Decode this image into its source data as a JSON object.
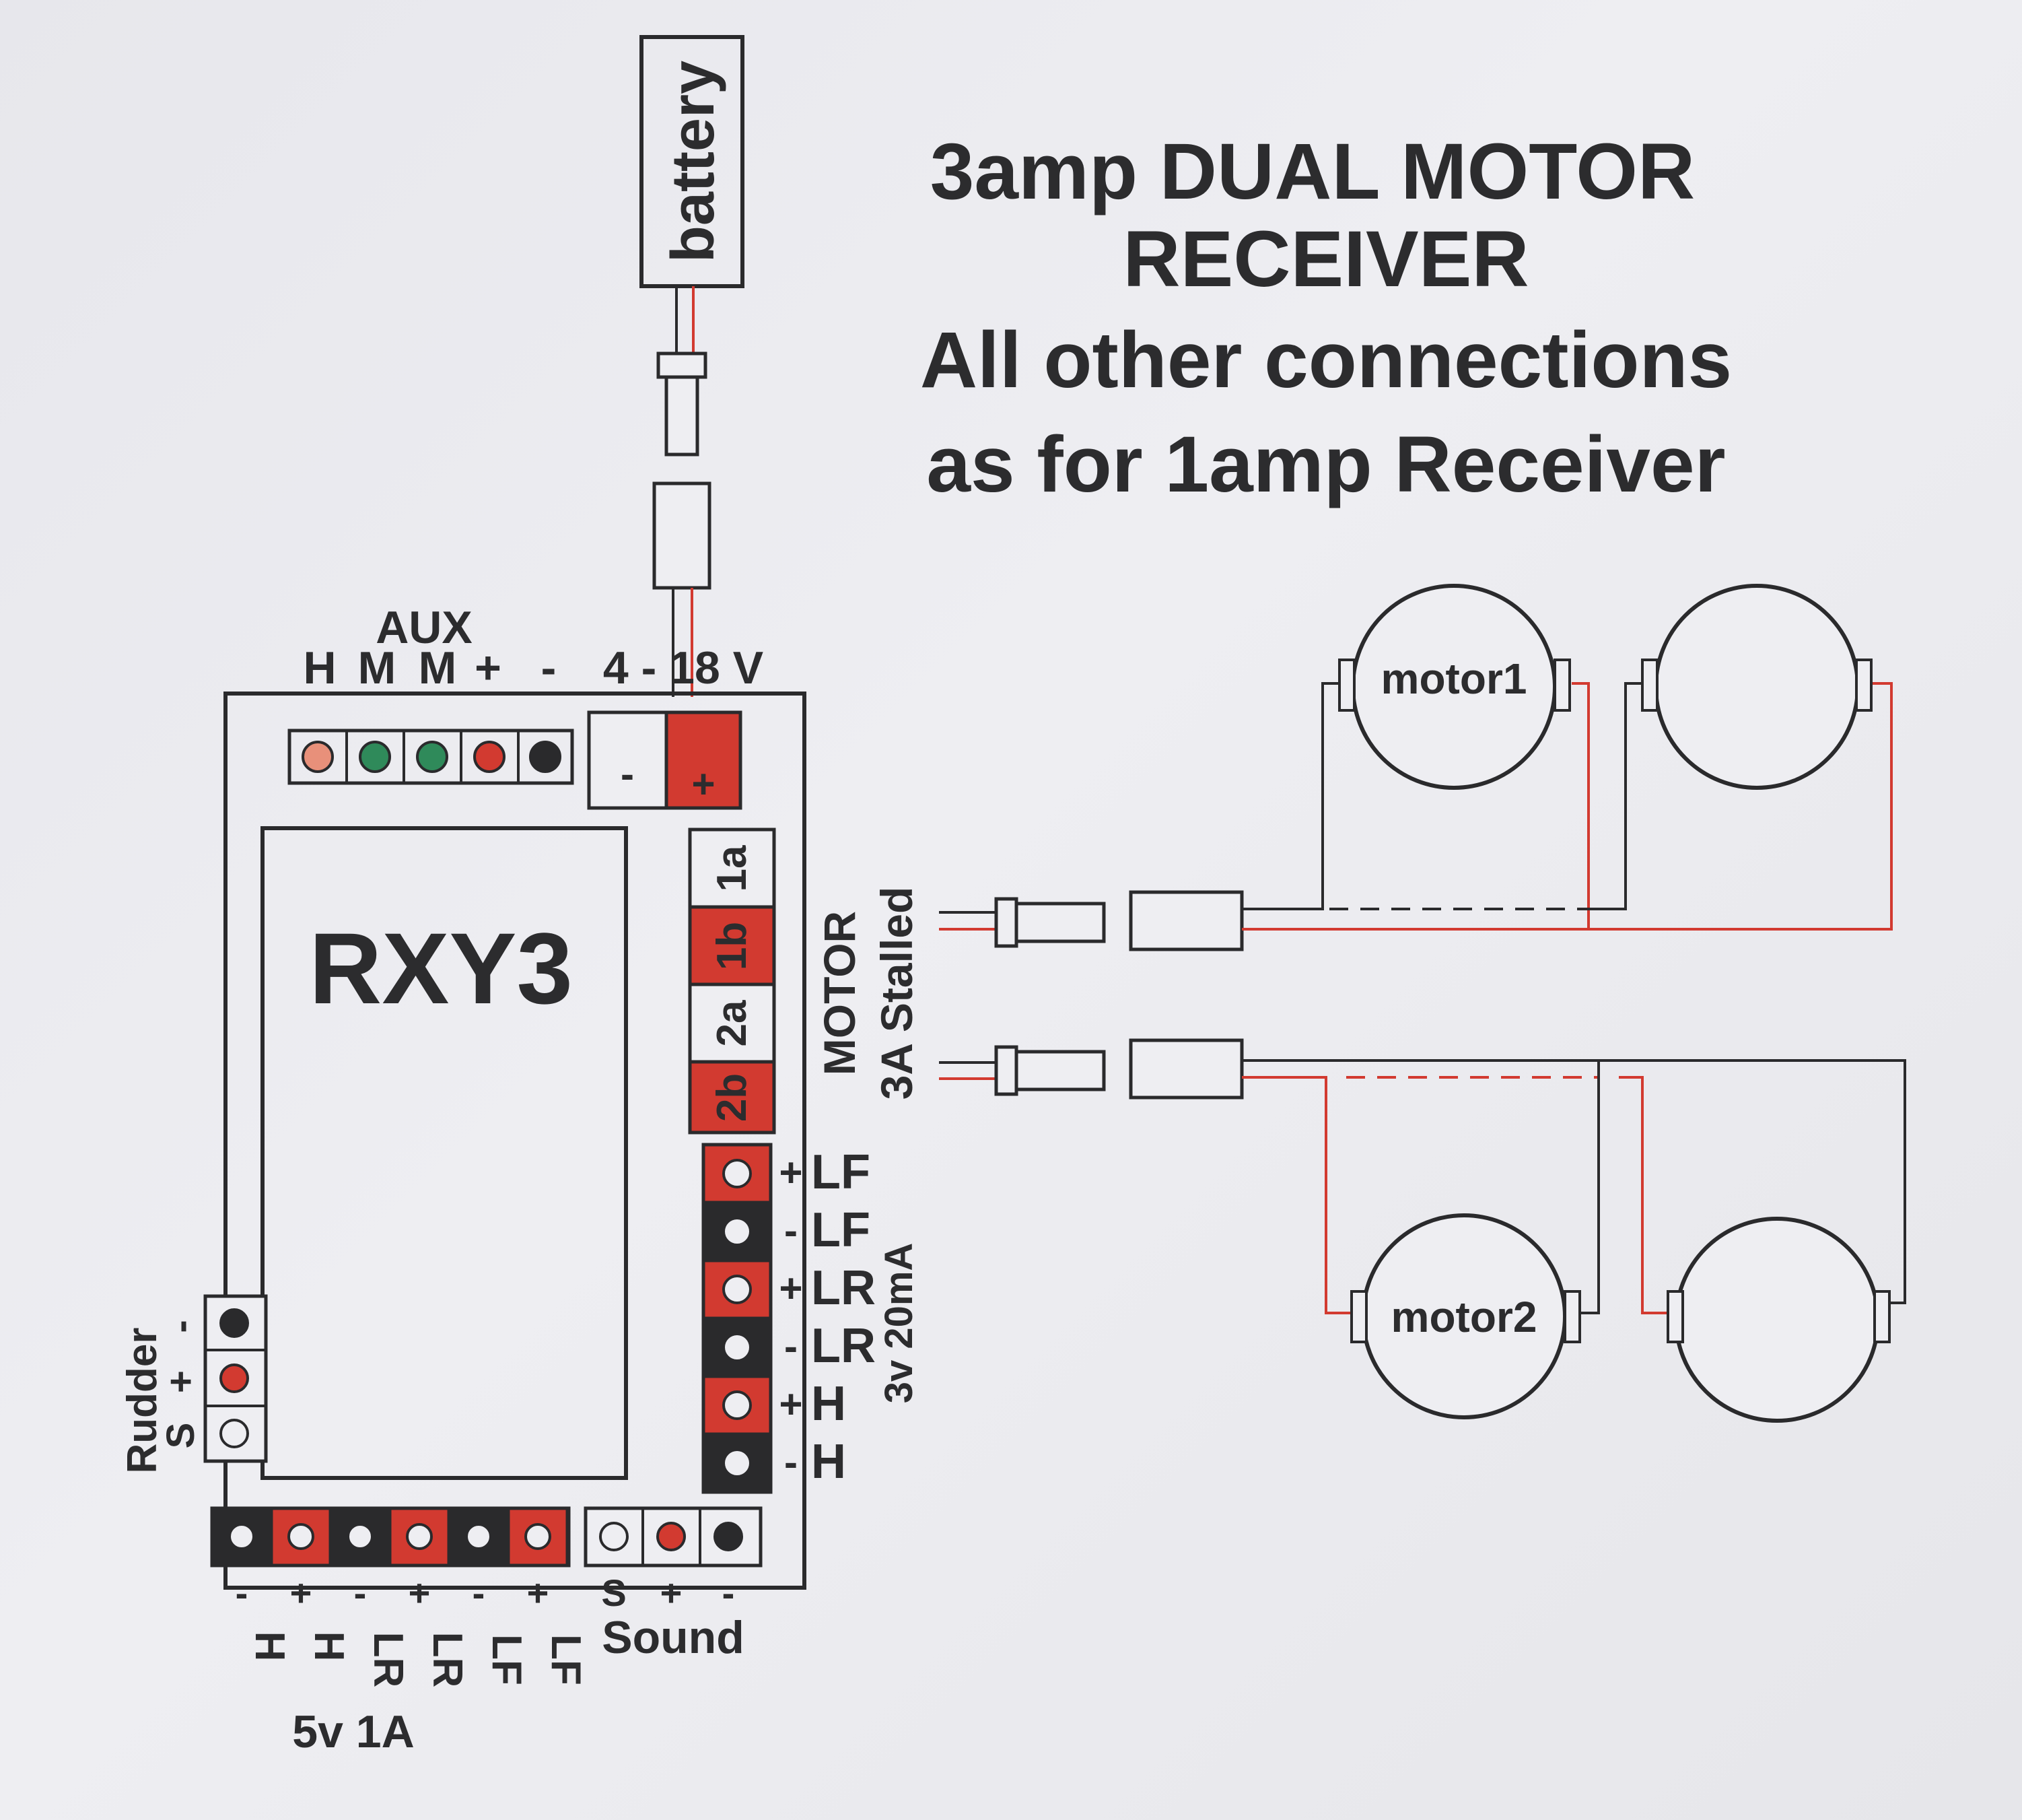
{
  "title": {
    "line1": "3amp DUAL MOTOR",
    "line2": "RECEIVER",
    "line3": "All other connections",
    "line4": "as for 1amp Receiver"
  },
  "battery": {
    "label": "battery"
  },
  "receiver": {
    "model": "RXY3",
    "aux_label": "AUX",
    "aux_pins": [
      "H",
      "M",
      "M",
      "+",
      "-"
    ],
    "supply_label": "4 - 18 V",
    "supply_minus": "-",
    "supply_plus": "+",
    "motor_terminals": [
      "1a",
      "1b",
      "2a",
      "2b"
    ],
    "motor_label": "MOTOR",
    "motor_rating": "3A Stalled",
    "light_outputs": [
      {
        "sign": "+",
        "name": "LF"
      },
      {
        "sign": "-",
        "name": "LF"
      },
      {
        "sign": "+",
        "name": "LR"
      },
      {
        "sign": "-",
        "name": "LR"
      },
      {
        "sign": "+",
        "name": "H"
      },
      {
        "sign": "-",
        "name": "H"
      }
    ],
    "light_rating": "3v 20mA",
    "rudder_label": "Rudder",
    "rudder_pins": [
      "S",
      "+",
      "-"
    ],
    "bottom_signs": [
      "-",
      "+",
      "-",
      "+",
      "-",
      "+"
    ],
    "bottom_names": [
      "H",
      "H",
      "LR",
      "LR",
      "LF",
      "LF"
    ],
    "bottom_rating": "5v 1A",
    "sound_pins": [
      "S",
      "+",
      "-"
    ],
    "sound_label": "Sound"
  },
  "motors": {
    "motor1": "motor1",
    "motor2": "motor2"
  },
  "colors": {
    "red": "#d23a30",
    "green": "#2f8a5a",
    "black": "#2a2a2c",
    "pink": "#e8907a"
  }
}
